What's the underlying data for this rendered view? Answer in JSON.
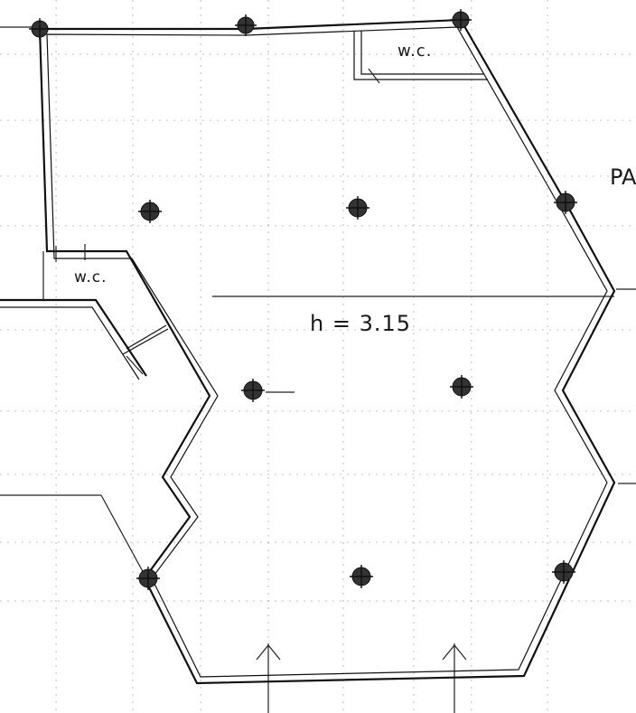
{
  "labels": {
    "wc_top": "w.c.",
    "wc_left": "w.c.",
    "height_note": "h = 3.15",
    "edge_label": "PA"
  },
  "colors": {
    "ink": "#111111",
    "paper": "#ffffff",
    "grid": "#8a8a8a"
  },
  "icons": [
    "pillar-icon",
    "section-arrow-icon"
  ]
}
